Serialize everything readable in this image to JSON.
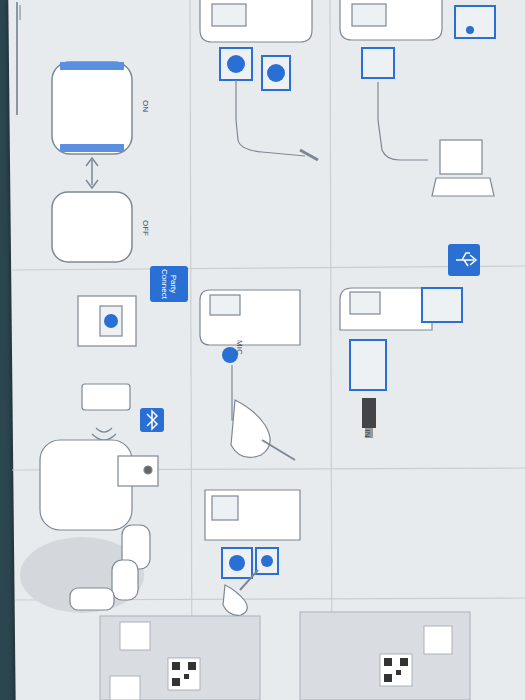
{
  "diagram": {
    "nodes": [
      {
        "text": [
          "Party Connect"
        ]
      }
    ],
    "labels": [
      "ON",
      "OFF",
      "MIC",
      "AUDIO IN"
    ]
  }
}
